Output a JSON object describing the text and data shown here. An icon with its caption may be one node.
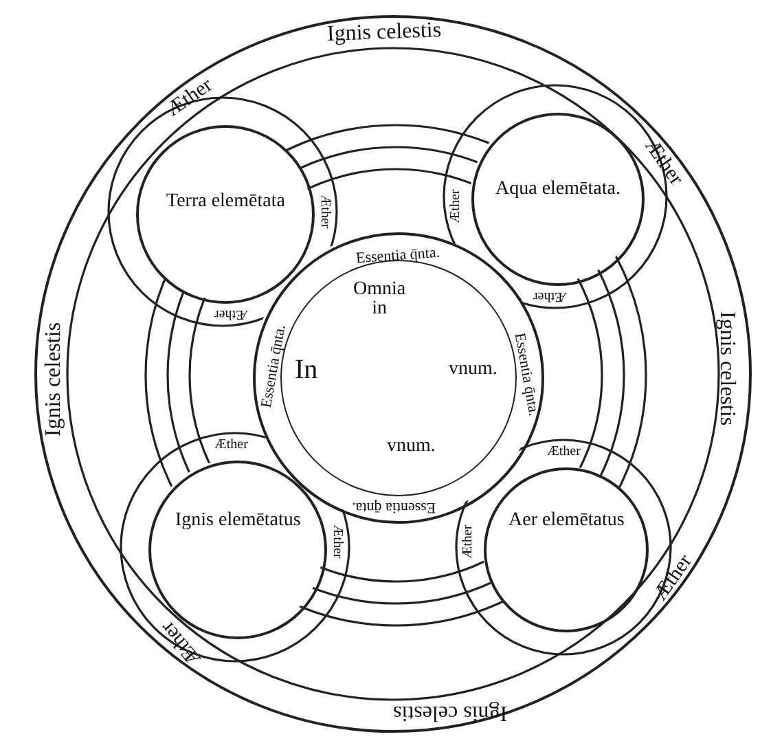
{
  "diagram": {
    "nodes": [
      {
        "text": [
          "Ignis celestis",
          "Æther",
          "Æther",
          "Ignis celestis",
          "Ignis celestis",
          "Æther",
          "Ignis celestis",
          "Æther"
        ]
      },
      {
        "text": [
          "Terra elemētata"
        ],
        "in": 0
      },
      {
        "text": [
          "Aqua elemētata."
        ],
        "in": 0
      },
      {
        "text": [
          "Essentia q̄nta.",
          "Omnia in",
          "Essentia q̄nta.",
          "In",
          "vnum.",
          "Essentia q̄nta.",
          "vnum.",
          "Essentia q̄nta."
        ],
        "in": 0
      },
      {
        "text": [
          "Ignis elemētatus"
        ],
        "in": 0
      },
      {
        "text": [
          "Aer elemētatus"
        ],
        "in": 0
      }
    ],
    "edges": [],
    "labels": [
      "Æther",
      "Æther",
      "Æther",
      "Æther",
      "Æther",
      "Æther",
      "Æther",
      "Æther"
    ]
  }
}
